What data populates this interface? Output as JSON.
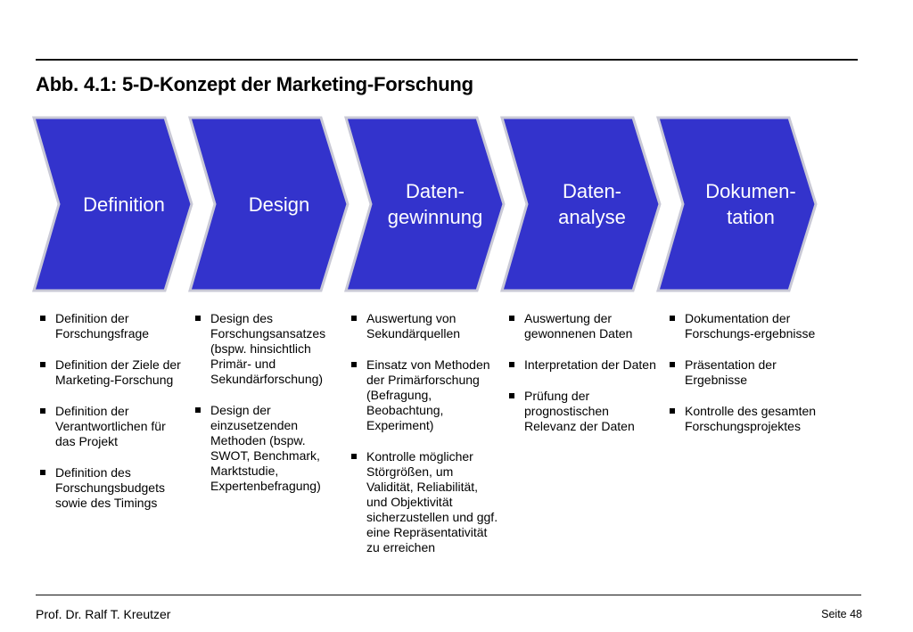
{
  "title": "Abb. 4.1: 5-D-Konzept der Marketing-Forschung",
  "colors": {
    "chevron": "#3333cc",
    "chevron_edge": "#c9c9d6"
  },
  "steps": [
    {
      "label": "Definition",
      "bullets": [
        "Definition der Forschungsfrage",
        "Definition der Ziele der Marketing-Forschung",
        "Definition der Verantwortlichen für das Projekt",
        "Definition des Forschungsbudgets sowie des Timings"
      ]
    },
    {
      "label": "Design",
      "bullets": [
        "Design des Forschungsansatzes (bspw. hinsichtlich Primär- und Sekundärforschung)",
        "Design der einzusetzenden Methoden (bspw. SWOT, Benchmark, Marktstudie, Expertenbefragung)"
      ]
    },
    {
      "label": "Daten-\ngewinnung",
      "bullets": [
        "Auswertung von Sekundärquellen",
        "Einsatz von Methoden der Primärforschung (Befragung, Beobachtung, Experiment)",
        "Kontrolle möglicher Störgrößen, um Validität, Reliabilität, und Objektivität sicherzustellen und ggf. eine Repräsentativität zu erreichen"
      ]
    },
    {
      "label": "Daten-\nanalyse",
      "bullets": [
        "Auswertung der gewonnenen Daten",
        "Interpretation der Daten",
        "Prüfung der prognostischen Relevanz der Daten"
      ]
    },
    {
      "label": "Dokumen-\ntation",
      "bullets": [
        "Dokumentation der Forschungs-ergebnisse",
        "Präsentation der Ergebnisse",
        "Kontrolle des gesamten Forschungsprojektes"
      ]
    }
  ],
  "footer": {
    "author": "Prof. Dr. Ralf T. Kreutzer",
    "page": "Seite 48"
  }
}
